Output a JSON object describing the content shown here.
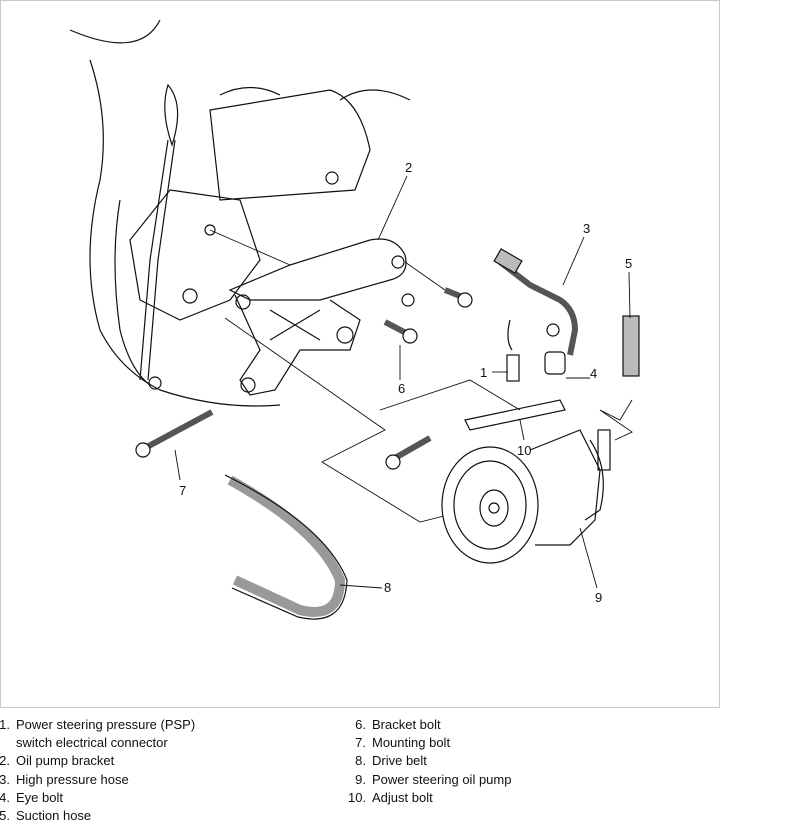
{
  "diagram": {
    "callouts": [
      "1",
      "2",
      "3",
      "4",
      "5",
      "6",
      "7",
      "8",
      "9",
      "10"
    ]
  },
  "legend": {
    "left": [
      {
        "num": "1.",
        "label": "Power steering pressure (PSP)",
        "label2": "switch electrical connector"
      },
      {
        "num": "2.",
        "label": "Oil pump bracket"
      },
      {
        "num": "3.",
        "label": "High pressure hose"
      },
      {
        "num": "4.",
        "label": "Eye bolt"
      },
      {
        "num": "5.",
        "label": "Suction hose"
      }
    ],
    "right": [
      {
        "num": "6.",
        "label": "Bracket bolt"
      },
      {
        "num": "7.",
        "label": "Mounting bolt"
      },
      {
        "num": "8.",
        "label": "Drive belt"
      },
      {
        "num": "9.",
        "label": "Power steering oil pump"
      },
      {
        "num": "10.",
        "label": "Adjust bolt"
      }
    ]
  }
}
